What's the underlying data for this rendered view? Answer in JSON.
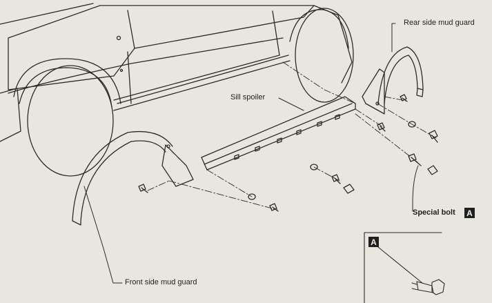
{
  "labels": {
    "rear_mud_guard": "Rear side mud guard",
    "sill_spoiler": "Sill spoiler",
    "special_bolt": "Special bolt",
    "front_mud_guard": "Front side mud guard"
  },
  "badges": {
    "special_bolt_badge": "A",
    "detail_badge": "A"
  },
  "colors": {
    "paper": "#e9e6e0",
    "ink": "#2a2a2a"
  }
}
